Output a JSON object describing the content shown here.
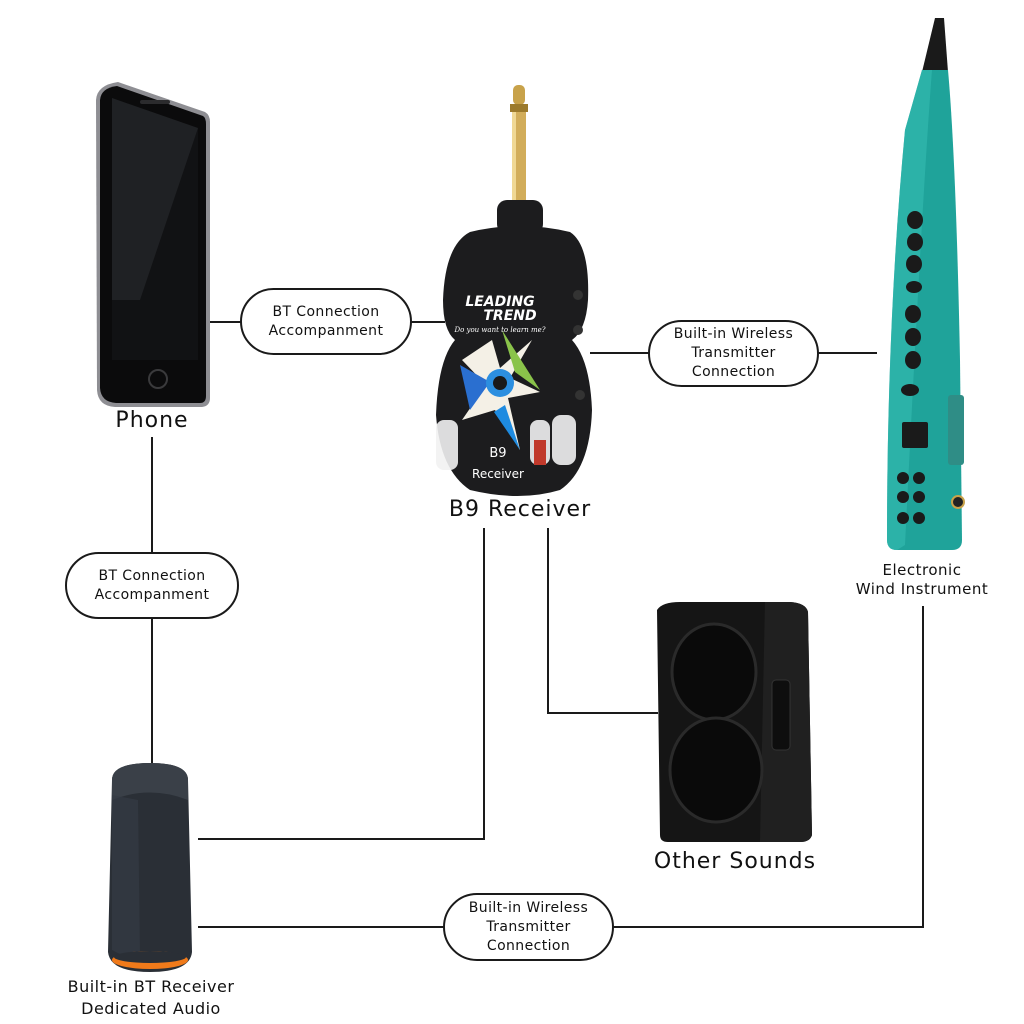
{
  "nodes": {
    "phone": {
      "label": "Phone"
    },
    "receiver": {
      "label": "B9 Receiver",
      "brand_line1": "LEADING",
      "brand_line2": "TREND",
      "tagline": "Do you want to learn me?",
      "body_line1": "B9",
      "body_line2": "Receiver"
    },
    "wind_instrument": {
      "label_line1": "Electronic",
      "label_line2": "Wind Instrument"
    },
    "speaker": {
      "label": "Other Sounds"
    },
    "bt_speaker": {
      "label_line1": "Built-in BT Receiver",
      "label_line2": "Dedicated Audio"
    }
  },
  "edges": {
    "phone_receiver": {
      "line1": "BT Connection",
      "line2": "Accompanment"
    },
    "receiver_instrument": {
      "line1": "Built-in Wireless",
      "line2": "Transmitter",
      "line3": "Connection"
    },
    "phone_bt_speaker": {
      "line1": "BT Connection",
      "line2": "Accompanment"
    },
    "bt_speaker_instrument": {
      "line1": "Built-in Wireless",
      "line2": "Transmitter",
      "line3": "Connection"
    }
  },
  "colors": {
    "line": "#1a1a1a",
    "instrument": "#1fa39a",
    "device": "#1c1c1e",
    "accent_orange": "#f07a1a"
  }
}
